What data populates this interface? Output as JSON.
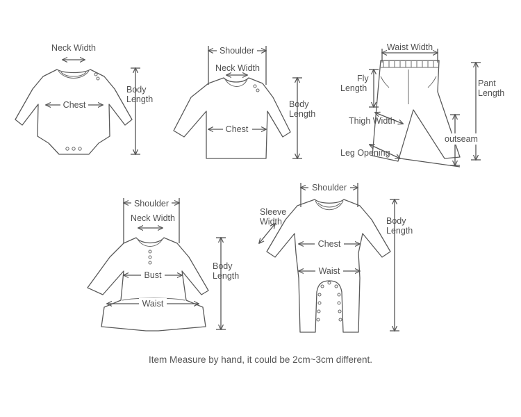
{
  "items": {
    "bodysuit": {
      "neck_width": "Neck Width",
      "chest": "Chest",
      "body_length_1": "Body",
      "body_length_2": "Length"
    },
    "top": {
      "shoulder": "Shoulder",
      "neck_width": "Neck Width",
      "chest": "Chest",
      "body_length_1": "Body",
      "body_length_2": "Length"
    },
    "pants": {
      "waist_width": "Waist Width",
      "fly_length_1": "Fly",
      "fly_length_2": "Length",
      "pant_length_1": "Pant",
      "pant_length_2": "Length",
      "thigh_width": "Thigh Width",
      "outseam": "outseam",
      "leg_opening": "Leg Opening"
    },
    "dress": {
      "shoulder": "Shoulder",
      "neck_width": "Neck Width",
      "bust": "Bust",
      "waist": "Waist",
      "body_length_1": "Body",
      "body_length_2": "Length"
    },
    "romper": {
      "shoulder": "Shoulder",
      "sleeve_width_1": "Sleeve",
      "sleeve_width_2": "Width",
      "chest": "Chest",
      "waist": "Waist",
      "body_length_1": "Body",
      "body_length_2": "Length"
    }
  },
  "footer_note": "Item Measure by hand, it could be 2cm~3cm different."
}
